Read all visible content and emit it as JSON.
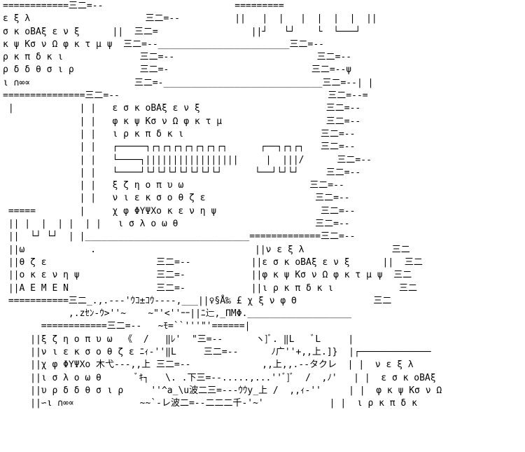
{
  "text_color": "#000000",
  "background_color": "#ffffff",
  "art": {
    "lines": [
      "============三二=--                        =========",
      "ε ξ λ                     三二=--          ||   |  |   |  |  |  |  ||",
      "σ κ οBAξ ε ν ξ      ||  三二=                 ||┘   └┘    └  └───┘",
      "κ ψ Kσ ν Ω φ κ τ μ ψ  三二=--________________________三二=--",
      "ρ κ π δ κ ι              三二=--                          三二=--",
      "ρ δ δ θ σ ι ρ            三二=-                          三二=--ψ",
      "ι ∩∞∝                   三二=-_____________________________三二=--| |",
      "===============三二=--                                      三二=--=",
      " |            | |   ε σ κ οBAξ ε ν ξ                       三二=--",
      "              | |   φ κ ψ Kσ ν Ω φ κ τ μ                   三二=--",
      "              | |   ι ρ κ π δ κ ι                         三二=--",
      "              | |   ┌─────┐┌┐┌┐┌┐┌┐┌┐┌┐┌┐      ┌──┐┌┐┌┐   三二=--",
      "              | |   └────┐|||||||||||||||||     |  |||/      三二=--",
      "              | |   └────┘└┘└┘└┘└┘└┘└┘└┘      └──┘└┘└┘     三二=--",
      "              | |   ξ ζ η ο π υ ω                       三二=--",
      "              | |   ν ι ε κ σ ο θ ζ ε                    三二=--",
      " =====        |     χ φ ΦΥΨΧο κ ε ν η ψ                   三二=--",
      " || |  |  | |  | |   ι σ λ ο ω θ                         三二=--",
      " ||  └┘ └┘  | |______________________________=============三二=--",
      " ||ω            .                             ||ν ε ξ λ                三二",
      " ||θ ζ ε                    三二=--           ||ε σ κ οBAξ ε ν ξ      ||  三二",
      " ||ο κ ε ν η ψ              三二=-            ||φ κ ψ Kσ ν Ω φ κ τ μ ψ  三二",
      " ||A E M E N                三二=-            ||ι ρ κ π δ κ ι            三二",
      " ===========三二_.,.---'ｳｺ±ｺｳ----,___||♀§Å‰ £ χ ξ ν φ Θ              三二",
      "            ,.zｾﾝ-ｳ>''~    ~\"'<''ｰｰ||ﾆ辷,_ΠMΦ.___________________",
      "       ============三二=--   ~ﾓ=``'''\"'======|",
      "     ||ξ ζ η ο π υ ω  《  /   ‖ﾚ'  \"三=--      ヽ]ﾞ. ‖L   ﾞL     |",
      "     ||ν ι ε κ σ ο θ ζ ε ﾆｨ-''‖L     三二=--      ﾉ广''+,,上.]}  |┌─────────────",
      "     ||χ φ ΦΥΨΧο 木弋---,,上 三二=--             ,,上,,.--タクレ  | |  ν ε ξ λ",
      "     ||ι σ λ ο ω θ      ﾞｷ┐   \\. .下三=--.....,...''ﾞ]ﾞ  /  ,ﾉ'   | |  ε σ κ οBAξ",
      "     ||υ ρ δ δ θ σ ι ρ     ''^a_\\u波二三=---ｳｳy_上 /  ,,ｨ-''     | |  φ κ ψ Kσ ν Ω",
      "     ||∽ι ∩∞∝            ~~`-レ波二=--二二二千-'~'            | |  ι ρ κ π δ κ"
    ]
  }
}
